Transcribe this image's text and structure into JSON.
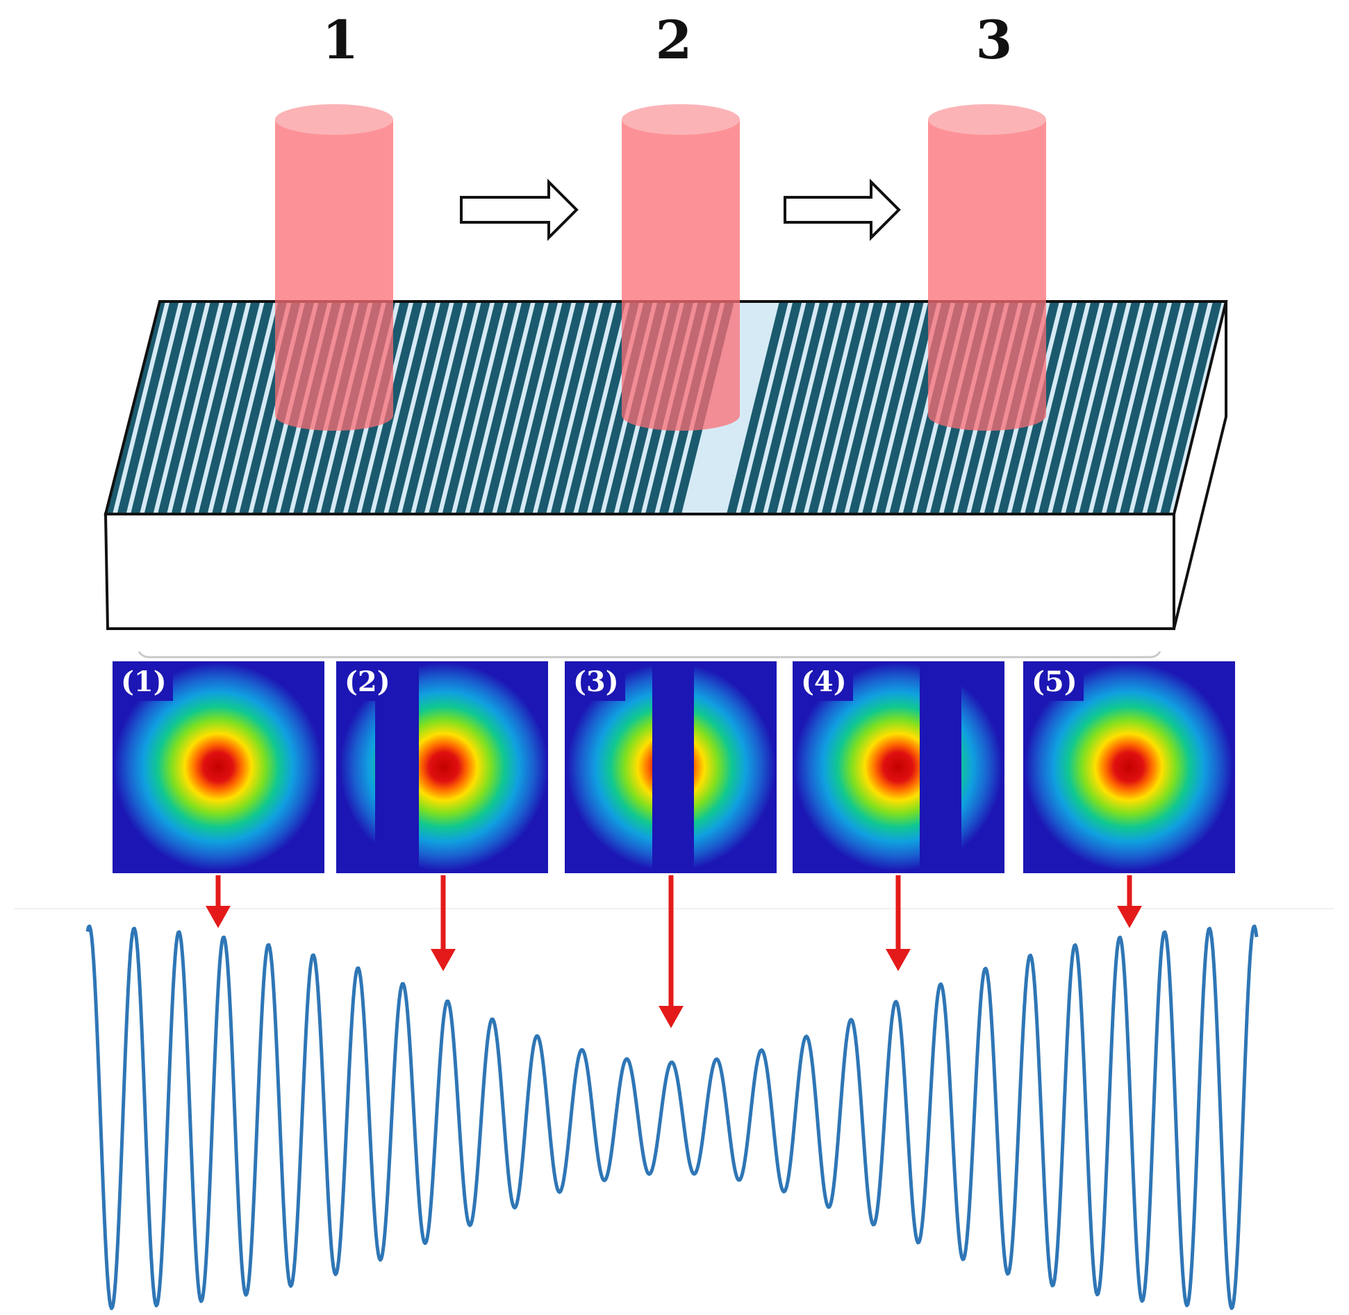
{
  "positions": {
    "p1": "1",
    "p2": "2",
    "p3": "3"
  },
  "panels": {
    "p1": "(1)",
    "p2": "(2)",
    "p3": "(3)",
    "p4": "(4)",
    "p5": "(5)"
  },
  "colors": {
    "beam": "#fb6e74",
    "grating_stripe": "#1b5a6e",
    "grating_gap": "#d6eaf5",
    "field_background": "#1c16b4",
    "pointer_arrow": "#e41a1a",
    "signal_line": "#2e76b6"
  }
}
